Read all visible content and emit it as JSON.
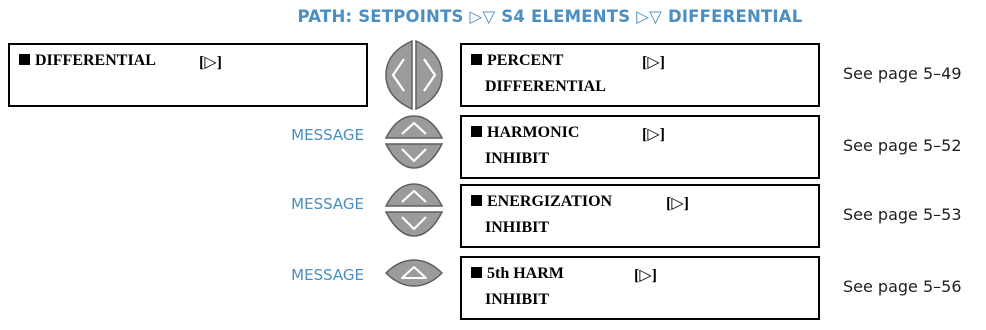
{
  "path_title": "PATH: SETPOINTS ▷▽ S4 ELEMENTS ▷▽ DIFFERENTIAL",
  "left_box": {
    "label": "DIFFERENTIAL",
    "indicator": "[▷]"
  },
  "rows": [
    {
      "line1": "PERCENT",
      "line2": "DIFFERENTIAL",
      "indicator": "[▷]",
      "page_ref": "See page 5–49",
      "message": "",
      "keys": "left-right"
    },
    {
      "line1": "HARMONIC",
      "line2": "INHIBIT",
      "indicator": "[▷]",
      "page_ref": "See page 5–52",
      "message": "MESSAGE",
      "keys": "up-down"
    },
    {
      "line1": "ENERGIZATION",
      "line2": "INHIBIT",
      "indicator": "[▷]",
      "page_ref": "See page 5–53",
      "message": "MESSAGE",
      "keys": "up-down"
    },
    {
      "line1": "5th HARM",
      "line2": "INHIBIT",
      "indicator": "[▷]",
      "page_ref": "See page 5–56",
      "message": "MESSAGE",
      "keys": "up"
    }
  ],
  "colors": {
    "accent": "#4a8ec2",
    "key_fill": "#9b9b9b",
    "key_edge": "#5f5f5f"
  },
  "icons": [
    "left-key-icon",
    "right-key-icon",
    "up-key-icon",
    "down-key-icon"
  ]
}
